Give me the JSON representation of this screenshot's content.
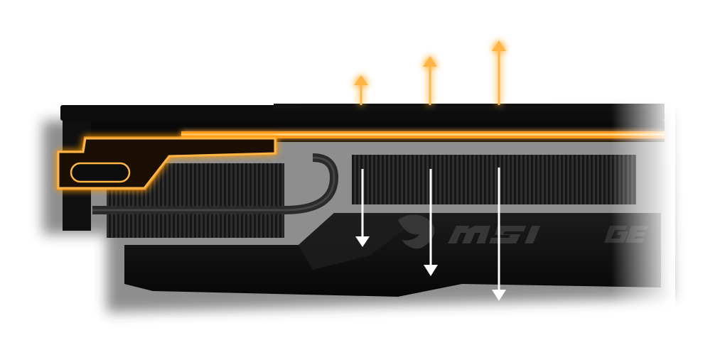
{
  "image": {
    "subject": "graphics-card-side-profile",
    "brand_logo": "msi",
    "model_fragment": "GE"
  },
  "colors": {
    "background": "#ffffff",
    "card_body": "#0c0c0c",
    "heatsink": "#232323",
    "glow": "#ff9a1a",
    "glow_core": "#ffd27a",
    "arrow_down": "#ffffff",
    "logo": "#3a3a3a"
  },
  "airflow": {
    "up_arrows": [
      "up-arrow-icon",
      "up-arrow-icon",
      "up-arrow-icon"
    ],
    "down_arrows": [
      "down-arrow-icon",
      "down-arrow-icon",
      "down-arrow-icon"
    ]
  }
}
